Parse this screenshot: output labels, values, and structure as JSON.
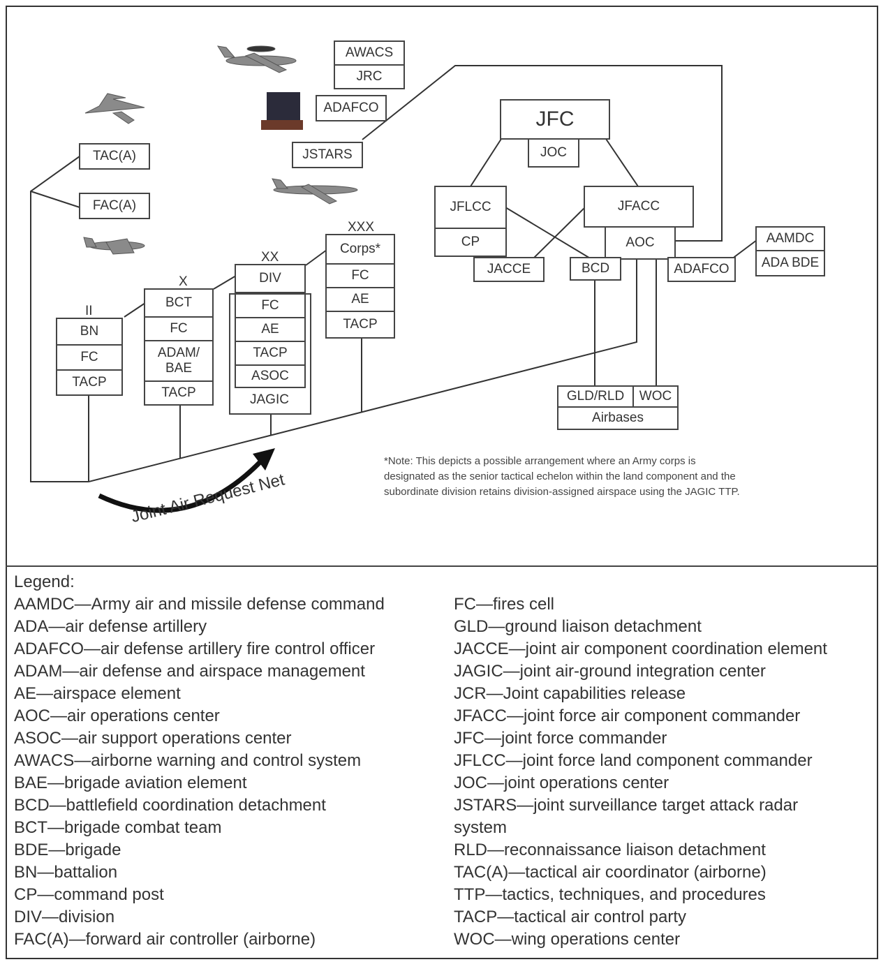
{
  "boxes": {
    "awacs": "AWACS",
    "jrc": "JRC",
    "adafco_top": "ADAFCO",
    "jstars": "JSTARS",
    "taca": "TAC(A)",
    "faca": "FAC(A)",
    "jfc": "JFC",
    "joc": "JOC",
    "jflcc": "JFLCC",
    "cp": "CP",
    "jfacc": "JFACC",
    "aoc": "AOC",
    "jacce": "JACCE",
    "bcd": "BCD",
    "adafco_right": "ADAFCO",
    "aamdc": "AAMDC",
    "ada_bde": "ADA BDE",
    "gld_rld": "GLD/RLD",
    "woc": "WOC",
    "airbases": "Airbases"
  },
  "echelons": {
    "bn": {
      "symbol": "II",
      "items": [
        "BN",
        "FC",
        "TACP"
      ]
    },
    "bct": {
      "symbol": "X",
      "items": [
        "BCT",
        "FC",
        "ADAM/ BAE",
        "TACP"
      ]
    },
    "div": {
      "symbol": "XX",
      "items": [
        "DIV",
        "FC",
        "AE",
        "TACP",
        "ASOC",
        "JAGIC"
      ]
    },
    "corps": {
      "symbol": "XXX",
      "items": [
        "Corps*",
        "FC",
        "AE",
        "TACP"
      ]
    }
  },
  "net_label": "Joint Air Request Net",
  "note": "*Note: This depicts a possible arrangement where an Army corps is designated as the senior tactical echelon within the land component and the subordinate division retains division-assigned airspace using the JAGIC TTP.",
  "legend": {
    "title": "Legend:",
    "left": [
      "AAMDC—Army air and missile defense command",
      "ADA—air defense artillery",
      "ADAFCO—air defense artillery fire control officer",
      "ADAM—air defense and airspace management",
      "AE—airspace element",
      "AOC—air operations center",
      "ASOC—air support operations center",
      "AWACS—airborne warning and control system",
      "BAE—brigade aviation element",
      "BCD—battlefield coordination detachment",
      "BCT—brigade combat team",
      "BDE—brigade",
      "BN—battalion",
      "CP—command post",
      "DIV—division",
      "FAC(A)—forward air controller (airborne)"
    ],
    "right": [
      "FC—fires cell",
      "GLD—ground liaison detachment",
      "JACCE—joint air component coordination element",
      "JAGIC—joint air-ground integration center",
      "JCR—Joint capabilities release",
      "JFACC—joint force air component commander",
      "JFC—joint force commander",
      "JFLCC—joint force land component commander",
      "JOC—joint operations center",
      "JSTARS—joint surveillance target attack radar",
      "  system",
      "RLD—reconnaissance liaison detachment",
      "TAC(A)—tactical air coordinator (airborne)",
      "TTP—tactics, techniques, and procedures",
      "TACP—tactical air control party",
      "WOC—wing operations center"
    ]
  }
}
